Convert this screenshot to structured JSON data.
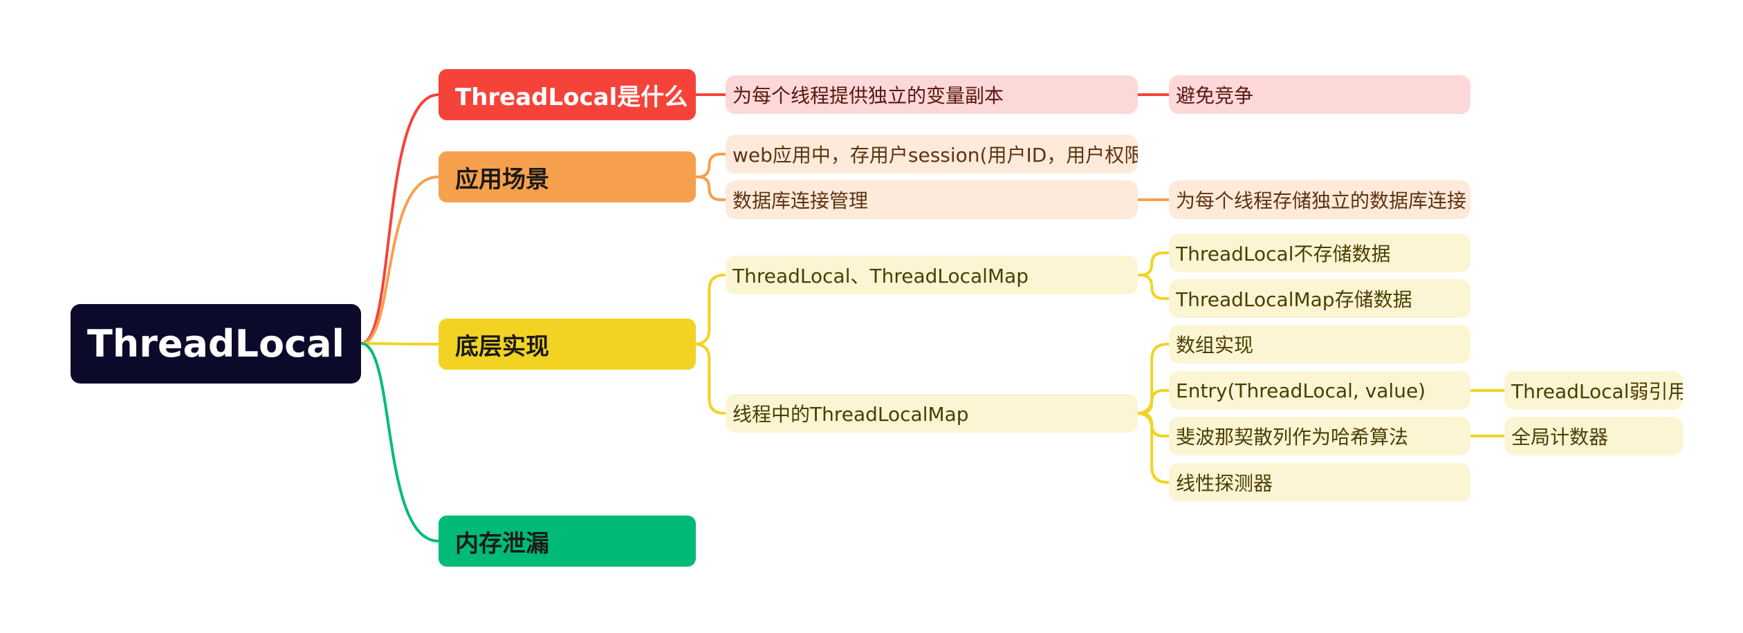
{
  "root": {
    "label": "ThreadLocal"
  },
  "colors": {
    "red": "#f5433a",
    "orange": "#f6a04d",
    "yellow": "#f2d324",
    "green": "#00bb78",
    "root": "#0b0a2b"
  },
  "branches": [
    {
      "label": "ThreadLocal是什么",
      "color": "red",
      "children": [
        {
          "label": "为每个线程提供独立的变量副本",
          "children": [
            {
              "label": "避免竞争"
            }
          ]
        }
      ]
    },
    {
      "label": "应用场景",
      "color": "orange",
      "children": [
        {
          "label": "web应用中，存用户session(用户ID，用户权限)"
        },
        {
          "label": "数据库连接管理",
          "children": [
            {
              "label": "为每个线程存储独立的数据库连接"
            }
          ]
        }
      ]
    },
    {
      "label": "底层实现",
      "color": "yellow",
      "children": [
        {
          "label": "ThreadLocal、ThreadLocalMap",
          "children": [
            {
              "label": "ThreadLocal不存储数据"
            },
            {
              "label": "ThreadLocalMap存储数据"
            }
          ]
        },
        {
          "label": "线程中的ThreadLocalMap",
          "children": [
            {
              "label": "数组实现"
            },
            {
              "label": "Entry(ThreadLocal, value)",
              "children": [
                {
                  "label": "ThreadLocal弱引用"
                }
              ]
            },
            {
              "label": "斐波那契散列作为哈希算法",
              "children": [
                {
                  "label": "全局计数器"
                }
              ]
            },
            {
              "label": "线性探测器"
            }
          ]
        }
      ]
    },
    {
      "label": "内存泄漏",
      "color": "green",
      "children": []
    }
  ]
}
